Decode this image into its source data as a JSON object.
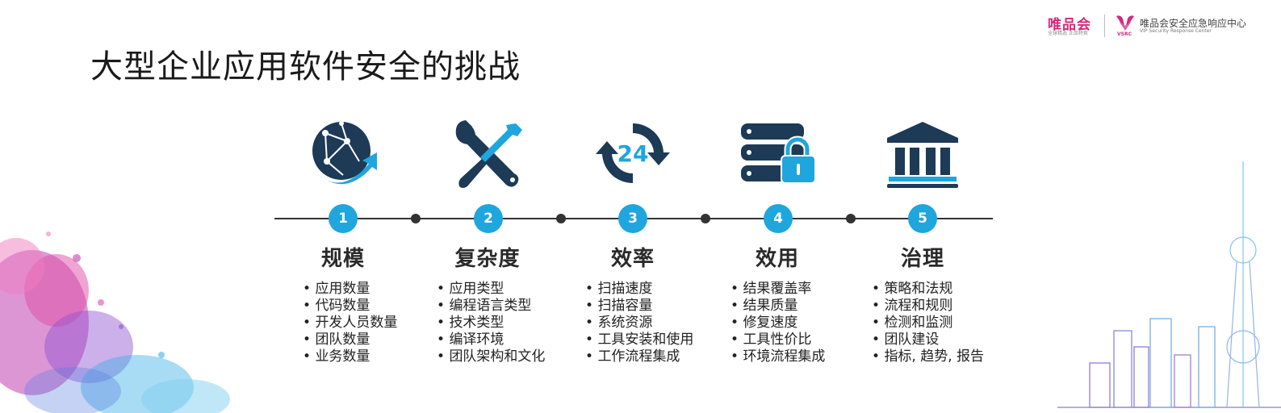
{
  "title": "大型企业应用软件安全的挑战",
  "branding": {
    "vip_logo": "唯品会",
    "vip_tagline": "全球精选 正品特卖",
    "vsrc_letters": "VSRC",
    "vsrc_title": "唯品会安全应急响应中心",
    "vsrc_subtitle": "VIP Security Response Center"
  },
  "steps": [
    {
      "number": "1",
      "icon": "globe-arrow-icon",
      "heading": "规模",
      "items": [
        "应用数量",
        "代码数量",
        "开发人员数量",
        "团队数量",
        "业务数量"
      ]
    },
    {
      "number": "2",
      "icon": "wrench-screwdriver-icon",
      "heading": "复杂度",
      "items": [
        "应用类型",
        "编程语言类型",
        "技术类型",
        "编译环境",
        "团队架构和文化"
      ]
    },
    {
      "number": "3",
      "icon": "24-hour-cycle-icon",
      "heading": "效率",
      "icon_text": "24",
      "items": [
        "扫描速度",
        "扫描容量",
        "系统资源",
        "工具安装和使用",
        "工作流程集成"
      ]
    },
    {
      "number": "4",
      "icon": "server-lock-icon",
      "heading": "效用",
      "items": [
        "结果覆盖率",
        "结果质量",
        "修复速度",
        "工具性价比",
        "环境流程集成"
      ]
    },
    {
      "number": "5",
      "icon": "institution-building-icon",
      "heading": "治理",
      "items": [
        "策略和法规",
        "流程和规则",
        "检测和监测",
        "团队建设",
        "指标, 趋势, 报告"
      ]
    }
  ],
  "colors": {
    "accent": "#1ea6dd",
    "icon_dark": "#1d3a57",
    "brand": "#d6287a"
  }
}
